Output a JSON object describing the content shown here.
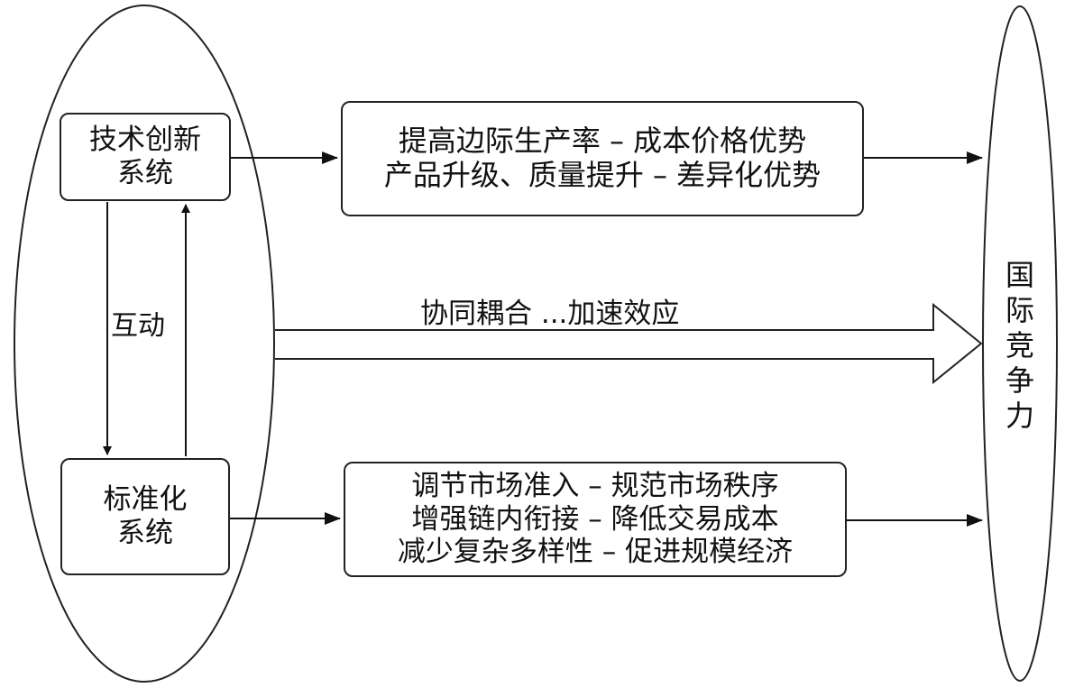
{
  "diagram": {
    "tech_innovation_system": {
      "lines": [
        "技术创新",
        "系统"
      ]
    },
    "standardization_system": {
      "lines": [
        "标准化",
        "系统"
      ]
    },
    "interaction_label": "互动",
    "synergy_label": "协同耦合 ...加速效应",
    "tech_effects": {
      "lines": [
        "提高边际生产率 – 成本价格优势",
        "产品升级、质量提升 – 差异化优势"
      ]
    },
    "standard_effects": {
      "lines": [
        "调节市场准入 – 规范市场秩序",
        "增强链内衔接 – 降低交易成本",
        "减少复杂多样性 – 促进规模经济"
      ]
    },
    "international_competitiveness": {
      "chars": [
        "国",
        "际",
        "竞",
        "争",
        "力"
      ]
    }
  }
}
